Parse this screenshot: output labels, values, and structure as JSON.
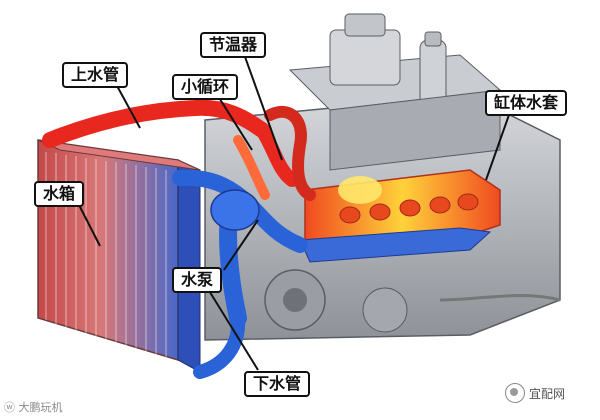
{
  "labels": {
    "thermostat": "节温器",
    "upper_hose": "上水管",
    "small_circulation": "小循环",
    "water_jacket": "缸体水套",
    "radiator": "水箱",
    "water_pump": "水泵",
    "lower_hose": "下水管"
  },
  "watermarks": {
    "left": "大鹏玩机",
    "right": "宜配网"
  },
  "icons": {
    "watermark_left": "weibo-icon",
    "watermark_right": "wechat-icon"
  },
  "colors": {
    "hot_coolant": "#e8281e",
    "cool_coolant": "#2a63d8",
    "engine_gray": "#b9bcc0",
    "radiator_red": "#d85050",
    "radiator_blue": "#3a5fc8",
    "label_border": "#111111"
  }
}
